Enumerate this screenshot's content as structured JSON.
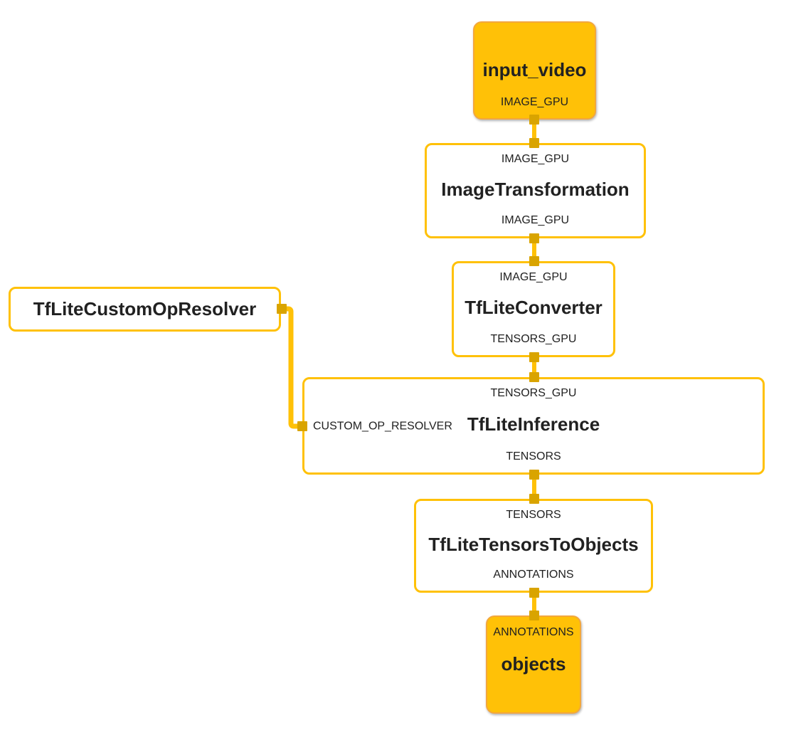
{
  "diagram": {
    "colors": {
      "amber": "#FFC107",
      "port": "#D9A400",
      "io_fill": "#FFC107",
      "io_border": "#F3A73C",
      "text": "#212121"
    },
    "nodes": {
      "input_video": {
        "title": "input_video",
        "output_label": "IMAGE_GPU",
        "type": "graph-input"
      },
      "image_transformation": {
        "input_label": "IMAGE_GPU",
        "title": "ImageTransformation",
        "output_label": "IMAGE_GPU",
        "type": "calculator"
      },
      "tflite_converter": {
        "input_label": "IMAGE_GPU",
        "title": "TfLiteConverter",
        "output_label": "TENSORS_GPU",
        "type": "calculator"
      },
      "tflite_custom_op_resolver": {
        "title": "TfLiteCustomOpResolver",
        "type": "calculator"
      },
      "tflite_inference": {
        "input_label": "TENSORS_GPU",
        "side_input_label": "CUSTOM_OP_RESOLVER",
        "title": "TfLiteInference",
        "output_label": "TENSORS",
        "type": "calculator"
      },
      "tflite_tensors_to_objects": {
        "input_label": "TENSORS",
        "title": "TfLiteTensorsToObjects",
        "output_label": "ANNOTATIONS",
        "type": "calculator"
      },
      "objects": {
        "input_label": "ANNOTATIONS",
        "title": "objects",
        "type": "graph-output"
      }
    },
    "edges": [
      {
        "from": "input_video",
        "to": "ImageTransformation",
        "stream": "IMAGE_GPU"
      },
      {
        "from": "ImageTransformation",
        "to": "TfLiteConverter",
        "stream": "IMAGE_GPU"
      },
      {
        "from": "TfLiteConverter",
        "to": "TfLiteInference",
        "stream": "TENSORS_GPU"
      },
      {
        "from": "TfLiteCustomOpResolver",
        "to": "TfLiteInference",
        "stream": "CUSTOM_OP_RESOLVER"
      },
      {
        "from": "TfLiteInference",
        "to": "TfLiteTensorsToObjects",
        "stream": "TENSORS"
      },
      {
        "from": "TfLiteTensorsToObjects",
        "to": "objects",
        "stream": "ANNOTATIONS"
      }
    ]
  }
}
